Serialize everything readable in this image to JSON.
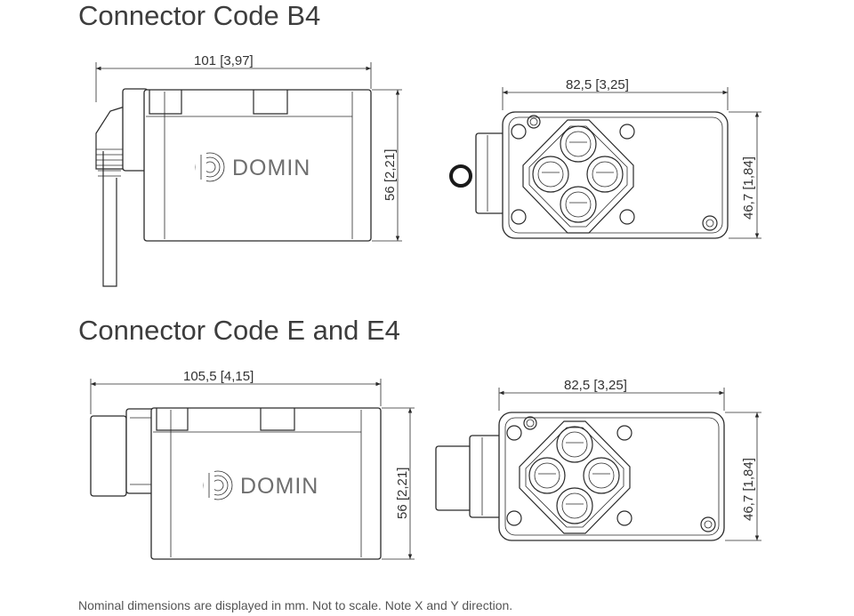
{
  "sections": [
    {
      "title": "Connector Code B4",
      "side_width": "101  [3,97]",
      "side_height": "56  [2,21]",
      "end_width": "82,5  [3,25]",
      "end_height": "46,7  [1,84]",
      "logo": "DOMIN"
    },
    {
      "title": "Connector Code E and E4",
      "side_width": "105,5  [4,15]",
      "side_height": "56  [2,21]",
      "end_width": "82,5  [3,25]",
      "end_height": "46,7  [1,84]",
      "logo": "DOMIN"
    }
  ],
  "footnote": "Nominal dimensions are displayed in mm. Not to scale. Note X and Y direction.",
  "colors": {
    "line": "#2a2a2a",
    "text": "#3a3a3a",
    "logo": "#6e6e6e"
  }
}
